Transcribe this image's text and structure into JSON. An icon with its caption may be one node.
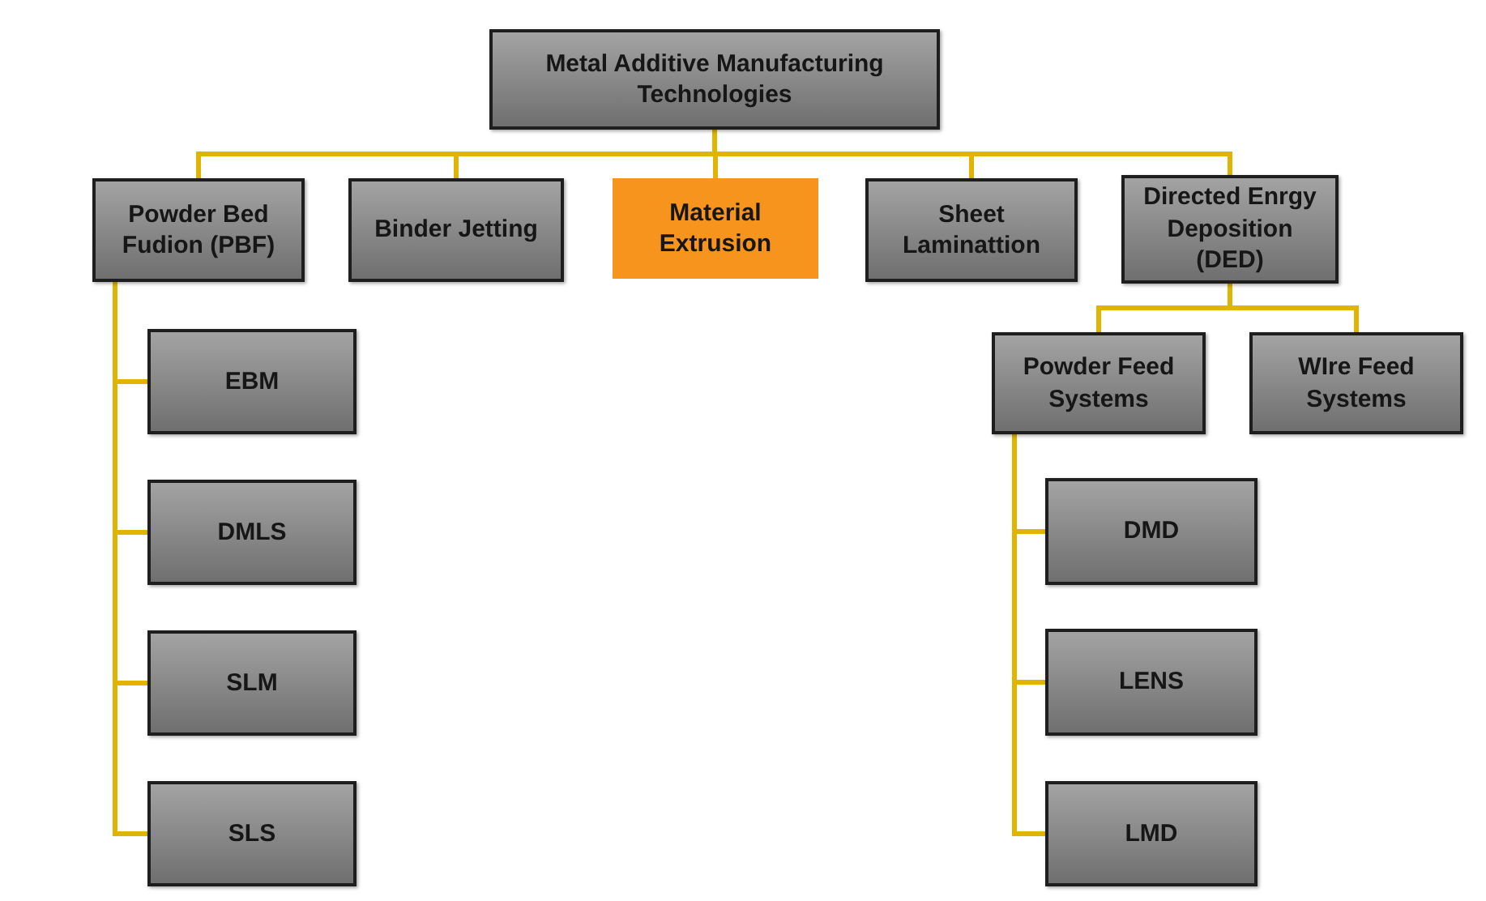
{
  "diagram": {
    "nodes": [
      {
        "text": [
          "Metal Additive Manufacturing Technologies"
        ]
      },
      {
        "text": [
          "Powder Bed Fudion (PBF)"
        ]
      },
      {
        "text": [
          "Binder Jetting"
        ]
      },
      {
        "text": [
          "Material Extrusion"
        ]
      },
      {
        "text": [
          "Sheet Laminattion"
        ]
      },
      {
        "text": [
          "Directed Enrgy Deposition (DED)"
        ]
      },
      {
        "text": [
          "Powder Feed Systems"
        ]
      },
      {
        "text": [
          "WIre Feed Systems"
        ]
      },
      {
        "text": [
          "EBM"
        ]
      },
      {
        "text": [
          "DMLS"
        ]
      },
      {
        "text": [
          "SLM"
        ]
      },
      {
        "text": [
          "SLS"
        ]
      },
      {
        "text": [
          "DMD"
        ]
      },
      {
        "text": [
          "LENS"
        ]
      },
      {
        "text": [
          "LMD"
        ]
      }
    ],
    "edges": [
      {
        "from": 0,
        "to": 1,
        "arrow": "none"
      },
      {
        "from": 0,
        "to": 2,
        "arrow": "none"
      },
      {
        "from": 0,
        "to": 3,
        "arrow": "none"
      },
      {
        "from": 0,
        "to": 4,
        "arrow": "none"
      },
      {
        "from": 0,
        "to": 5,
        "arrow": "none"
      },
      {
        "from": 5,
        "to": 6,
        "arrow": "none"
      },
      {
        "from": 5,
        "to": 7,
        "arrow": "none"
      },
      {
        "from": 1,
        "to": 8,
        "arrow": "none"
      },
      {
        "from": 1,
        "to": 9,
        "arrow": "none"
      },
      {
        "from": 1,
        "to": 10,
        "arrow": "none"
      },
      {
        "from": 1,
        "to": 11,
        "arrow": "none"
      },
      {
        "from": 6,
        "to": 12,
        "arrow": "none"
      },
      {
        "from": 6,
        "to": 13,
        "arrow": "none"
      },
      {
        "from": 6,
        "to": 14,
        "arrow": "none"
      }
    ]
  }
}
